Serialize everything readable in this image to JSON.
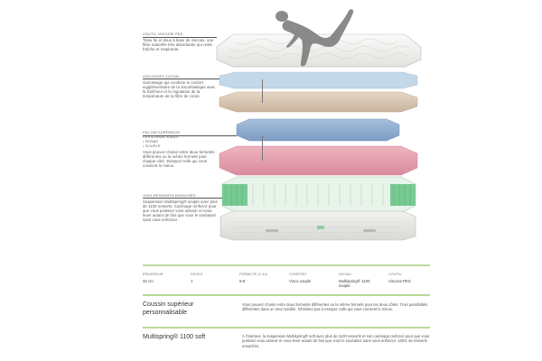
{
  "layers": [
    {
      "id": "coutil",
      "title": [
        "COUTIL VISCOSE PES"
      ],
      "desc": "Tissu fin et doux à base de viscose, une fibre naturelle très absorbante qui reste fraîche et respirante."
    },
    {
      "id": "viscosoft",
      "title": [
        "VISCOSOFT COTON"
      ],
      "desc": "Garnissage qui combine le confort supplémentaire de la viscoélastique avec la fraîcheur et la régulation de la température de la fibre de coton."
    },
    {
      "id": "pillow",
      "title": [
        "PILLOW SUPÉRIEUR",
        "PERSONNALISABLE",
        "• FERME",
        "• SOUPLE"
      ],
      "desc": "Vous pouvez choisir entre deux fermetés différentes ou la même fermeté pour chaque côté. Essayez celle qui vous convient le mieux."
    },
    {
      "id": "ressorts",
      "title": [
        "100% RESSORTS ENSACHÉS"
      ],
      "desc": "Suspension Multispring® souple avec plus de 1100 ressorts. Carénage renforcé pour que vous puissiez vous asseoir et vous lever autant de fois que vous le souhaitez sans vous enfoncer."
    }
  ],
  "specs": [
    {
      "header": "ÉPAISSEUR",
      "value": "33 cm"
    },
    {
      "header": "FACES",
      "value": "1"
    },
    {
      "header": "FERMETÉ (1-10)",
      "value": "6-8"
    },
    {
      "header": "CONFORT",
      "value": "Visco souple"
    },
    {
      "header": "NOYAU",
      "value": "Multispring® 1100 souple"
    },
    {
      "header": "COUTIL",
      "value": "Viscose PES"
    }
  ],
  "features": [
    {
      "title": "Coussin supérieur personnalisable",
      "desc": "Vous pouvez choisir entre deux fermetés différentes ou la même fermeté pour les deux côtés. Trois possibilités différentes dans un seul modèle. N'hésitez pas à essayer celle qui vous convient le mieux."
    },
    {
      "title": "Multispring® 1100 soft",
      "desc": "À l'intérieur, la suspension Multispring® soft avec plus de 1100 ressorts et son carénage renforcé pour que vous puissiez vous asseoir et vous lever autant de fois que vous le souhaitez sans vous enfoncer. 100% de ressorts ensachés."
    }
  ],
  "colors": {
    "topper": "#f3f3f1",
    "blue_layer": "#bcd3e4",
    "beige_layer": "#d8c8b5",
    "pillow_blue": "#90aed0",
    "pillow_pink": "#e7a3b1",
    "springs_green": "#6cc58a",
    "accent_rule": "#b9d99a"
  }
}
